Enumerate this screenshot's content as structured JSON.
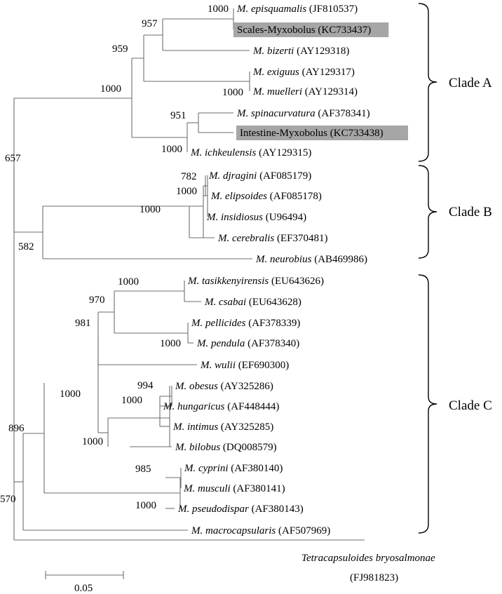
{
  "tree": {
    "tips": [
      {
        "id": "t1",
        "genus": "M. episquamalis",
        "acc": "(JF810537)",
        "highlight": false
      },
      {
        "id": "t2",
        "text": "Scales-Myxobolus (KC733437)",
        "highlight": true
      },
      {
        "id": "t3",
        "genus": "M. bizerti",
        "acc": "(AY129318)",
        "highlight": false
      },
      {
        "id": "t4",
        "genus": "M. exiguus",
        "acc": "(AY129317)",
        "highlight": false
      },
      {
        "id": "t5",
        "genus": "M. muelleri",
        "acc": "(AY129314)",
        "highlight": false
      },
      {
        "id": "t6",
        "genus": "M. spinacurvatura",
        "acc": "(AF378341)",
        "highlight": false
      },
      {
        "id": "t7",
        "text": "Intestine-Myxobolus (KC733438)",
        "highlight": true
      },
      {
        "id": "t8",
        "genus": "M. ichkeulensis",
        "acc": "(AY129315)",
        "highlight": false
      },
      {
        "id": "t9",
        "genus": "M. djragini",
        "acc": "(AF085179)",
        "highlight": false
      },
      {
        "id": "t10",
        "genus": "M. elipsoides",
        "acc": "(AF085178)",
        "highlight": false
      },
      {
        "id": "t11",
        "genus": "M. insidiosus",
        "acc": "(U96494)",
        "highlight": false
      },
      {
        "id": "t12",
        "genus": "M. cerebralis",
        "acc": "(EF370481)",
        "highlight": false
      },
      {
        "id": "t13",
        "genus": "M. neurobius",
        "acc": "(AB469986)",
        "highlight": false
      },
      {
        "id": "t14",
        "genus": "M. tasikkenyirensis",
        "acc": "(EU643626)",
        "highlight": false
      },
      {
        "id": "t15",
        "genus": "M. csabai",
        "acc": "(EU643628)",
        "highlight": false
      },
      {
        "id": "t16",
        "genus": "M. pellicides",
        "acc": "(AF378339)",
        "highlight": false
      },
      {
        "id": "t17",
        "genus": "M. pendula",
        "acc": "(AF378340)",
        "highlight": false
      },
      {
        "id": "t18",
        "genus": "M. wulii",
        "acc": "(EF690300)",
        "highlight": false
      },
      {
        "id": "t19",
        "genus": "M. obesus",
        "acc": "(AY325286)",
        "highlight": false
      },
      {
        "id": "t20",
        "genus": "M. hungaricus",
        "acc": "(AF448444)",
        "highlight": false
      },
      {
        "id": "t21",
        "genus": "M. intimus",
        "acc": "(AY325285)",
        "highlight": false
      },
      {
        "id": "t22",
        "genus": "M. bilobus",
        "acc": "(DQ008579)",
        "highlight": false
      },
      {
        "id": "t23",
        "genus": "M. cyprini",
        "acc": "(AF380140)",
        "highlight": false
      },
      {
        "id": "t24",
        "genus": "M. musculi",
        "acc": "(AF380141)",
        "highlight": false
      },
      {
        "id": "t25",
        "genus": "M. pseudodispar",
        "acc": "(AF380143)",
        "highlight": false
      },
      {
        "id": "t26",
        "genus": "M. macrocapsularis",
        "acc": "(AF507969)",
        "highlight": false
      }
    ],
    "outgroup": {
      "genus": "Tetracapsuloides  bryosalmonae",
      "acc": "(FJ981823)"
    },
    "bootstraps": [
      {
        "id": "b_epi",
        "value": "1000"
      },
      {
        "id": "b_957",
        "value": "957"
      },
      {
        "id": "b_959",
        "value": "959"
      },
      {
        "id": "b_exig",
        "value": "1000"
      },
      {
        "id": "b_cladeA",
        "value": "1000"
      },
      {
        "id": "b_951",
        "value": "951"
      },
      {
        "id": "b_ichk",
        "value": "1000"
      },
      {
        "id": "b_657",
        "value": "657"
      },
      {
        "id": "b_782",
        "value": "782"
      },
      {
        "id": "b_elip",
        "value": "1000"
      },
      {
        "id": "b_cladeB",
        "value": "1000"
      },
      {
        "id": "b_582",
        "value": "582"
      },
      {
        "id": "b_tasik",
        "value": "1000"
      },
      {
        "id": "b_970",
        "value": "970"
      },
      {
        "id": "b_pend",
        "value": "1000"
      },
      {
        "id": "b_981",
        "value": "981"
      },
      {
        "id": "b_994",
        "value": "994"
      },
      {
        "id": "b_hung",
        "value": "1000"
      },
      {
        "id": "b_cladeC1",
        "value": "1000"
      },
      {
        "id": "b_bilo",
        "value": "1000"
      },
      {
        "id": "b_896",
        "value": "896"
      },
      {
        "id": "b_985",
        "value": "985"
      },
      {
        "id": "b_pseu",
        "value": "1000"
      },
      {
        "id": "b_570",
        "value": "570"
      }
    ],
    "clades": [
      {
        "id": "cA",
        "label": "Clade A"
      },
      {
        "id": "cB",
        "label": "Clade B"
      },
      {
        "id": "cC",
        "label": "Clade C"
      }
    ],
    "scale": {
      "label": "0.05"
    }
  }
}
